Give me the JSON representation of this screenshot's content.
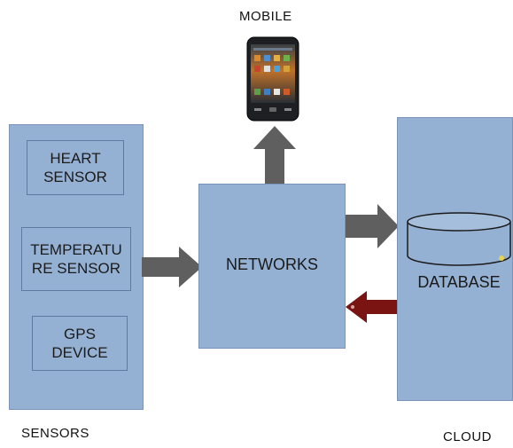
{
  "labels": {
    "mobile": "MOBILE",
    "sensors": "SENSORS",
    "cloud": "CLOUD",
    "networks": "NETWORKS",
    "database": "DATABASE"
  },
  "sensors": [
    {
      "label": "HEART\nSENSOR"
    },
    {
      "label": "TEMPERATU\nRE SENSOR"
    },
    {
      "label": "GPS\nDEVICE"
    }
  ],
  "colors": {
    "box_fill": "#94b0d2",
    "arrow_gray": "#5f5f5f",
    "arrow_red": "#7a1412"
  }
}
